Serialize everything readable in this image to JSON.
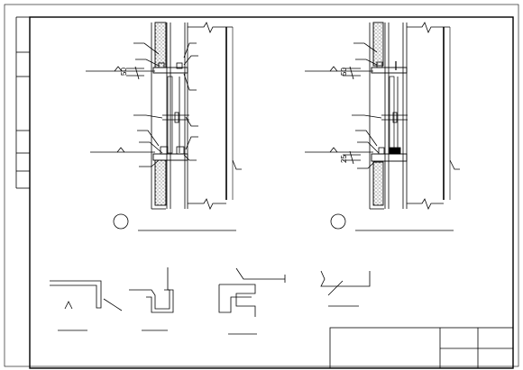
{
  "detail_left": {
    "dim_top": "50",
    "dim_bottom": ""
  },
  "detail_right": {
    "dim_top": "50",
    "dim_bottom": "25"
  }
}
